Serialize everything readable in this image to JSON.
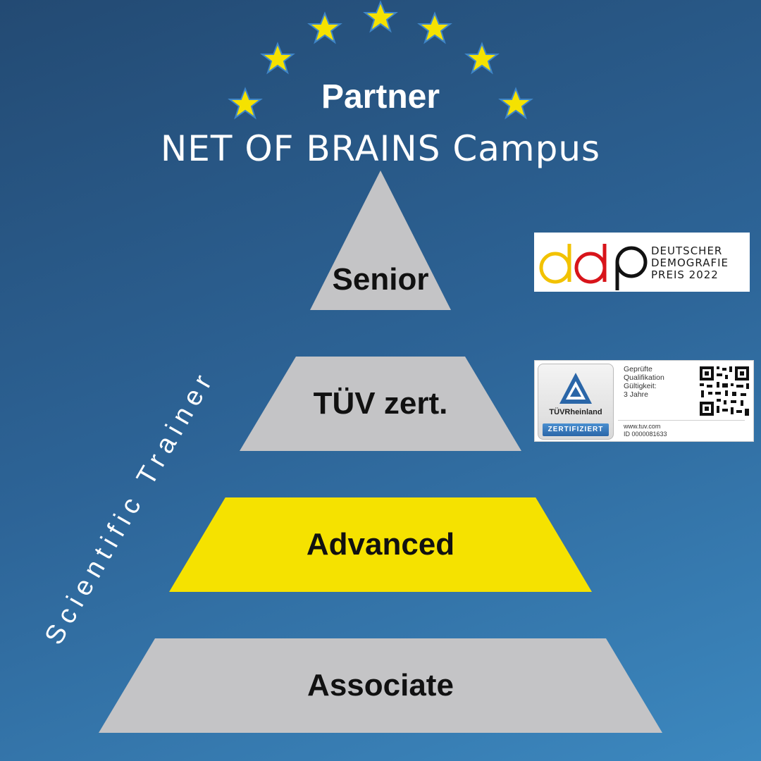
{
  "header": {
    "partner": "Partner",
    "campus": "NET OF BRAINS Campus"
  },
  "pyramid": {
    "levels": [
      {
        "label": "Senior",
        "color": "#c4c4c6"
      },
      {
        "label": "TÜV zert.",
        "color": "#c4c4c6"
      },
      {
        "label": "Advanced",
        "color": "#f5e200"
      },
      {
        "label": "Associate",
        "color": "#c4c4c6"
      }
    ],
    "side_label": "Scientific Trainer"
  },
  "ddp_badge": {
    "icon": "ddp-logo-icon",
    "line1": "DEUTSCHER",
    "line2": "DEMOGRAFIE",
    "line3": "PREIS 2022"
  },
  "tuv_badge": {
    "icon": "tuv-triangle-icon",
    "brand": "TÜVRheinland",
    "certified": "ZERTIFIZIERT",
    "info_line1": "Geprüfte",
    "info_line2": "Qualifikation",
    "info_line3": "Gültigkeit:",
    "info_line4": "3 Jahre",
    "url": "www.tuv.com",
    "id": "ID  0000081633",
    "qr": "qr-code-icon"
  },
  "colors": {
    "background_top": "#234a73",
    "background_bottom": "#3c88bf",
    "star": "#f5e200",
    "tuv_blue": "#2a66a8"
  }
}
